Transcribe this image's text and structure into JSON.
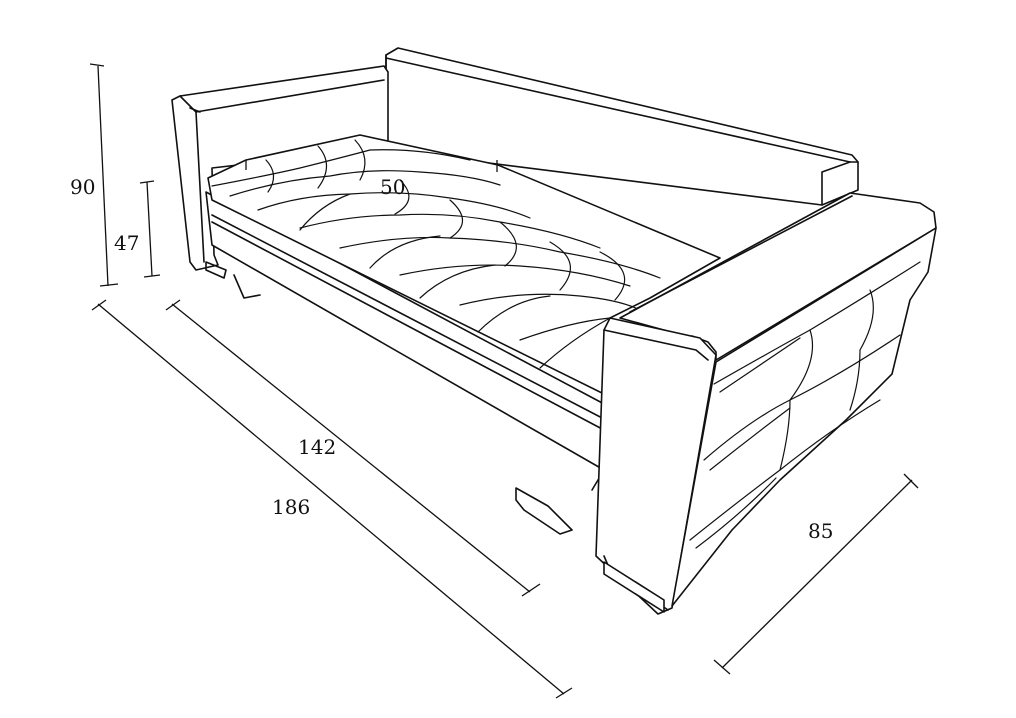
{
  "diagram": {
    "dimensions": {
      "height_total": "90",
      "seat_height": "47",
      "seat_depth": "50",
      "inner_width": "142",
      "overall_width": "186",
      "depth": "85"
    },
    "colors": {
      "line": "#111111",
      "background": "#ffffff"
    }
  }
}
